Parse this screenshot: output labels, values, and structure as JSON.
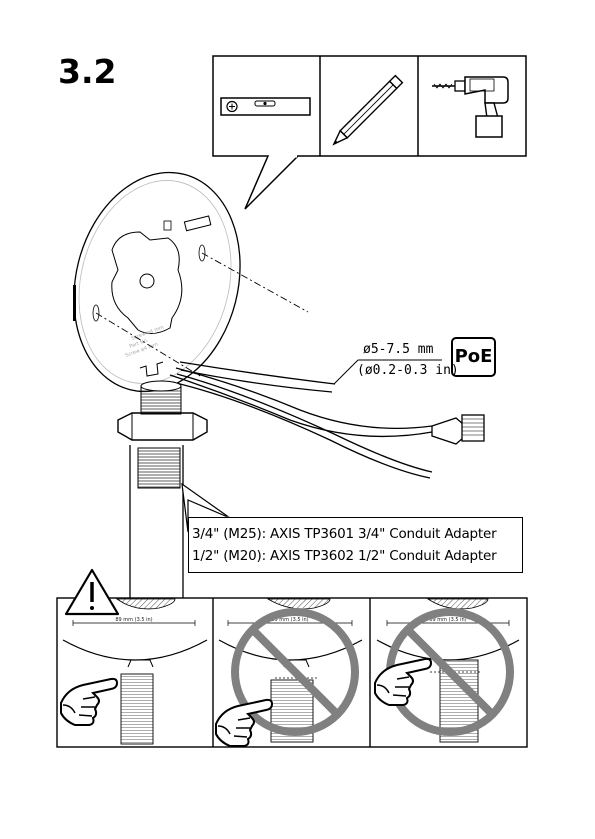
{
  "step": {
    "number": "3.2"
  },
  "tools": {
    "items": [
      {
        "name": "spirit-level-icon"
      },
      {
        "name": "pencil-icon"
      },
      {
        "name": "drill-icon"
      }
    ]
  },
  "cable": {
    "diameter_mm": "ø5-7.5 mm",
    "diameter_in": "(ø0.2-0.3 in)",
    "poe_label": "PoE"
  },
  "conduit": {
    "line1": "3/4\" (M25): AXIS TP3601 3/4\" Conduit Adapter",
    "line2": "1/2\" (M20): AXIS TP3602 1/2\" Conduit Adapter"
  },
  "warning": {
    "icon": "warning-triangle-icon",
    "panels": [
      {
        "dimension": "89 mm (3.5 in)",
        "status": "correct"
      },
      {
        "dimension": "89 mm (3.5 in)",
        "status": "incorrect"
      },
      {
        "dimension": "89 mm (3.5 in)",
        "status": "incorrect"
      }
    ]
  },
  "colors": {
    "prohibition": "#808080",
    "line": "#000000"
  }
}
